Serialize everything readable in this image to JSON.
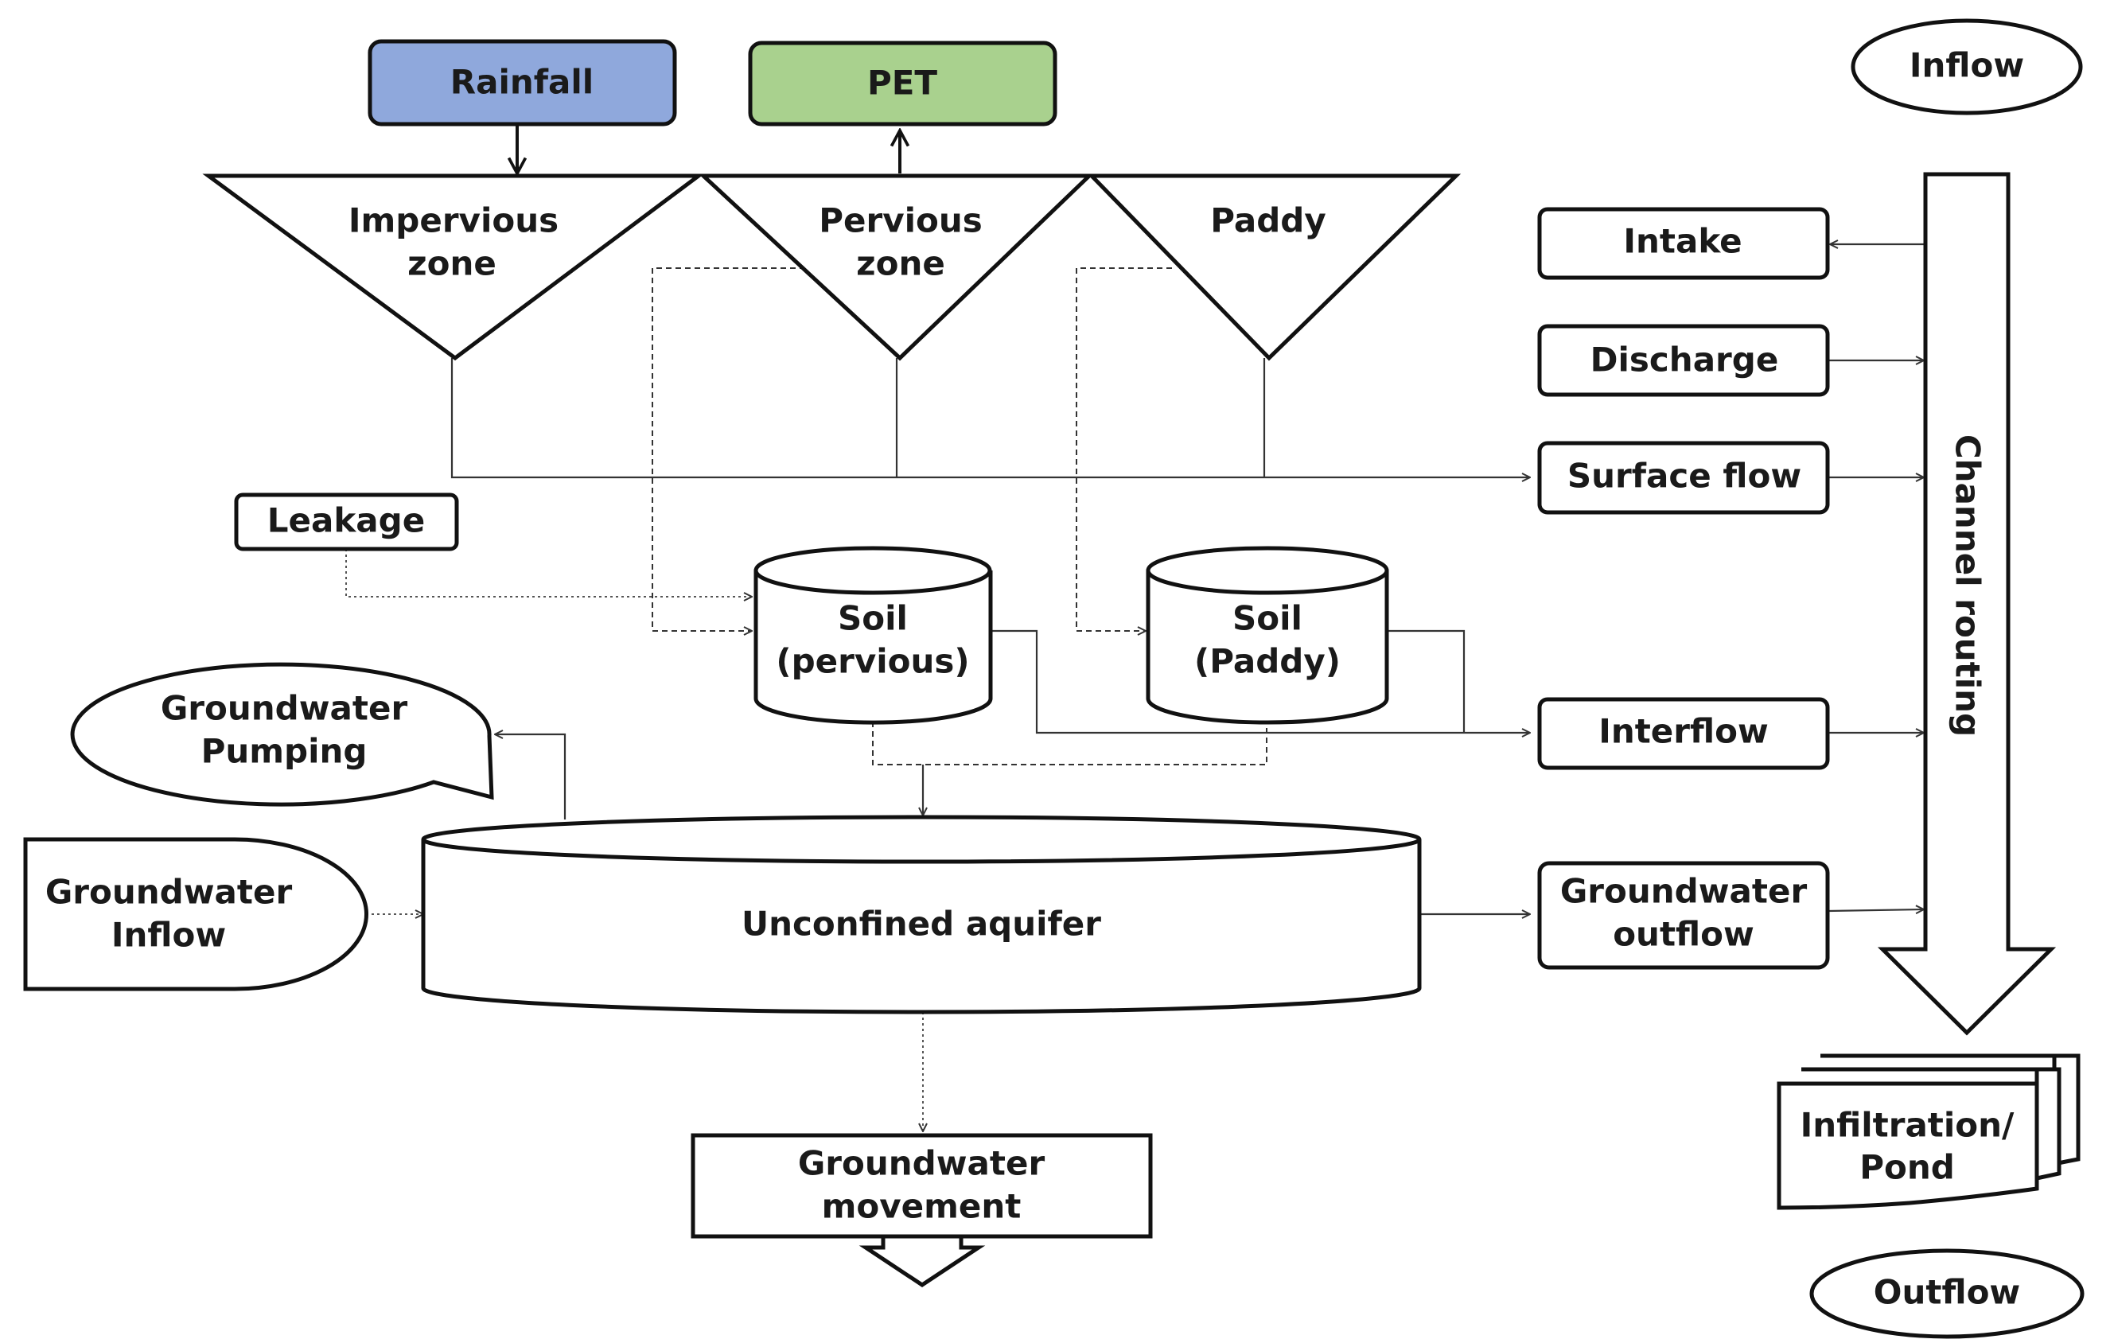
{
  "nodes": {
    "rainfall": "Rainfall",
    "pet": "PET",
    "impervious_1": "Impervious",
    "impervious_2": "zone",
    "pervious_1": "Pervious",
    "pervious_2": "zone",
    "paddy": "Paddy",
    "leakage": "Leakage",
    "soil_pervious_1": "Soil",
    "soil_pervious_2": "(pervious)",
    "soil_paddy_1": "Soil",
    "soil_paddy_2": "(Paddy)",
    "gw_pumping_1": "Groundwater",
    "gw_pumping_2": "Pumping",
    "gw_inflow_1": "Groundwater",
    "gw_inflow_2": "Inflow",
    "aquifer": "Unconfined aquifer",
    "gw_movement_1": "Groundwater",
    "gw_movement_2": "movement",
    "inflow": "Inflow",
    "intake": "Intake",
    "discharge": "Discharge",
    "surface_flow": "Surface flow",
    "interflow": "Interflow",
    "gw_outflow_1": "Groundwater",
    "gw_outflow_2": "outflow",
    "channel_routing": "Channel routing",
    "infiltration_1": "Infiltration/",
    "infiltration_2": "Pond",
    "outflow": "Outflow"
  },
  "colors": {
    "rainfall_fill": "#8fa8dc",
    "pet_fill": "#a9d18e",
    "stroke": "#111111"
  }
}
